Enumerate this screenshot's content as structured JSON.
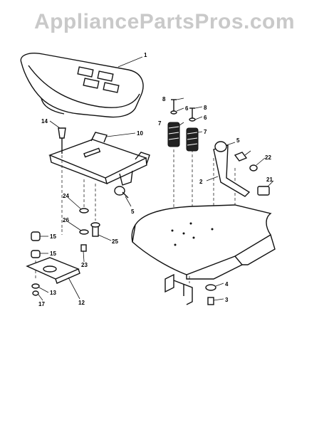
{
  "watermark": "AppliancePartsPros.com",
  "callouts": {
    "c1": "1",
    "c2": "2",
    "c3": "3",
    "c4": "4",
    "c5a": "5",
    "c5b": "5",
    "c6a": "6",
    "c6b": "6",
    "c7a": "7",
    "c7b": "7",
    "c8a": "8",
    "c8b": "8",
    "c10": "10",
    "c12": "12",
    "c13": "13",
    "c14": "14",
    "c15a": "15",
    "c15b": "15",
    "c17": "17",
    "c21": "21",
    "c22": "22",
    "c23": "23",
    "c24": "24",
    "c25": "25",
    "c26": "26"
  }
}
